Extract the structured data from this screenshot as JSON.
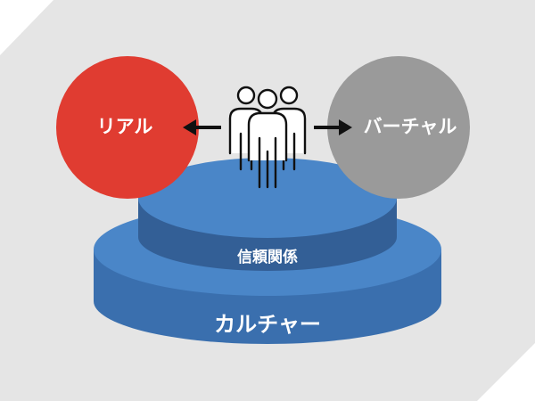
{
  "labels": {
    "left_circle": "リアル",
    "right_circle": "バーチャル",
    "upper_tier": "信頼関係",
    "lower_tier": "カルチャー"
  },
  "colors": {
    "background_panel": "#e5e5e5",
    "real_circle": "#e03c31",
    "virtual_circle": "#9a9a9a",
    "tier_top": "#4a86c8",
    "tier_side": "#3a6fae",
    "tier_side_dark": "#335f96",
    "icon_stroke": "#111111",
    "arrow": "#111111",
    "text": "#ffffff"
  },
  "icons": {
    "people": "people-group-icon",
    "left_arrow": "arrow-left-icon",
    "right_arrow": "arrow-right-icon"
  }
}
